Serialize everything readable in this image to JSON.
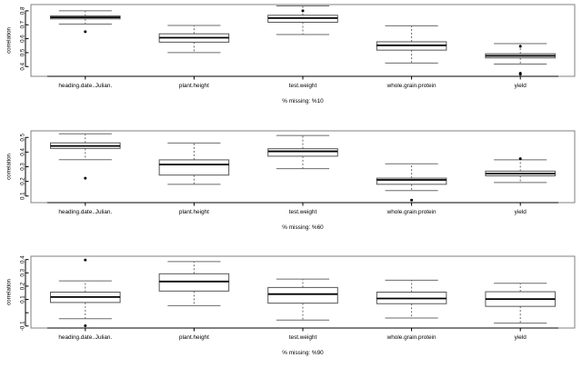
{
  "figure": {
    "type": "boxplot-grid",
    "panel_count": 3,
    "categories": [
      "heading.date..Julian.",
      "plant.height",
      "test.weight",
      "whole.grain.protein",
      "yield"
    ],
    "ylabel": "correlation",
    "colors": {
      "line": "#000000",
      "box_fill": "#ffffff",
      "frame": "#808080",
      "whisker": "#6b6b6b"
    }
  },
  "chart_data": [
    {
      "type": "box",
      "title": "",
      "subtitle": "% missing: %10",
      "xlabel": "",
      "ylabel": "correlation",
      "ylim": [
        0.33,
        0.845
      ],
      "yticks": [
        0.4,
        0.5,
        0.6,
        0.7,
        0.8
      ],
      "ytick_labels": [
        "0.4",
        "0.5",
        "0.6",
        "0.7",
        "0.8"
      ],
      "grid": false,
      "categories": [
        "heading.date..Julian.",
        "plant.height",
        "test.weight",
        "whole.grain.protein",
        "yield"
      ],
      "boxes": [
        {
          "name": "heading.date..Julian.",
          "whisker_low": 0.705,
          "q1": 0.742,
          "median": 0.753,
          "q3": 0.763,
          "whisker_high": 0.8,
          "outliers": [
            0.65
          ]
        },
        {
          "name": "plant.height",
          "whisker_low": 0.5,
          "q1": 0.575,
          "median": 0.607,
          "q3": 0.635,
          "whisker_high": 0.695,
          "outliers": []
        },
        {
          "name": "test.weight",
          "whisker_low": 0.63,
          "q1": 0.718,
          "median": 0.748,
          "q3": 0.768,
          "whisker_high": 0.835,
          "outliers": [
            0.8
          ]
        },
        {
          "name": "whole.grain.protein",
          "whisker_low": 0.425,
          "q1": 0.518,
          "median": 0.552,
          "q3": 0.578,
          "whisker_high": 0.693,
          "outliers": []
        },
        {
          "name": "yield",
          "whisker_low": 0.418,
          "q1": 0.462,
          "median": 0.477,
          "q3": 0.492,
          "whisker_high": 0.565,
          "outliers": [
            0.545,
            0.352,
            0.345
          ]
        }
      ]
    },
    {
      "type": "box",
      "title": "",
      "subtitle": "% missing: %60",
      "xlabel": "",
      "ylabel": "correlation",
      "ylim": [
        0.055,
        0.545
      ],
      "yticks": [
        0.1,
        0.2,
        0.3,
        0.4,
        0.5
      ],
      "ytick_labels": [
        "0.1",
        "0.2",
        "0.3",
        "0.4",
        "0.5"
      ],
      "grid": false,
      "categories": [
        "heading.date..Julian.",
        "plant.height",
        "test.weight",
        "whole.grain.protein",
        "yield"
      ],
      "boxes": [
        {
          "name": "heading.date..Julian.",
          "whisker_low": 0.348,
          "q1": 0.425,
          "median": 0.442,
          "q3": 0.463,
          "whisker_high": 0.525,
          "outliers": [
            0.222
          ]
        },
        {
          "name": "plant.height",
          "whisker_low": 0.18,
          "q1": 0.243,
          "median": 0.315,
          "q3": 0.347,
          "whisker_high": 0.462,
          "outliers": []
        },
        {
          "name": "test.weight",
          "whisker_low": 0.287,
          "q1": 0.372,
          "median": 0.405,
          "q3": 0.423,
          "whisker_high": 0.513,
          "outliers": []
        },
        {
          "name": "whole.grain.protein",
          "whisker_low": 0.137,
          "q1": 0.18,
          "median": 0.21,
          "q3": 0.222,
          "whisker_high": 0.32,
          "outliers": [
            0.072
          ]
        },
        {
          "name": "yield",
          "whisker_low": 0.192,
          "q1": 0.238,
          "median": 0.253,
          "q3": 0.27,
          "whisker_high": 0.347,
          "outliers": [
            0.355
          ]
        }
      ]
    },
    {
      "type": "box",
      "title": "",
      "subtitle": "% missing: %90",
      "xlabel": "",
      "ylabel": "correlation",
      "ylim": [
        -0.115,
        0.425
      ],
      "yticks": [
        -0.1,
        0.0,
        0.1,
        0.2,
        0.3,
        0.4
      ],
      "ytick_labels": [
        "-0.1",
        "",
        "0.1",
        "0.2",
        "0.3",
        "0.4"
      ],
      "grid": false,
      "categories": [
        "heading.date..Julian.",
        "plant.height",
        "test.weight",
        "whole.grain.protein",
        "yield"
      ],
      "boxes": [
        {
          "name": "heading.date..Julian.",
          "whisker_low": -0.045,
          "q1": 0.077,
          "median": 0.118,
          "q3": 0.155,
          "whisker_high": 0.24,
          "outliers": [
            0.397,
            -0.098
          ]
        },
        {
          "name": "plant.height",
          "whisker_low": 0.053,
          "q1": 0.163,
          "median": 0.235,
          "q3": 0.293,
          "whisker_high": 0.385,
          "outliers": []
        },
        {
          "name": "test.weight",
          "whisker_low": -0.055,
          "q1": 0.072,
          "median": 0.14,
          "q3": 0.19,
          "whisker_high": 0.253,
          "outliers": []
        },
        {
          "name": "whole.grain.protein",
          "whisker_low": -0.04,
          "q1": 0.068,
          "median": 0.107,
          "q3": 0.155,
          "whisker_high": 0.245,
          "outliers": []
        },
        {
          "name": "yield",
          "whisker_low": -0.078,
          "q1": 0.048,
          "median": 0.103,
          "q3": 0.158,
          "whisker_high": 0.222,
          "outliers": []
        }
      ]
    }
  ]
}
